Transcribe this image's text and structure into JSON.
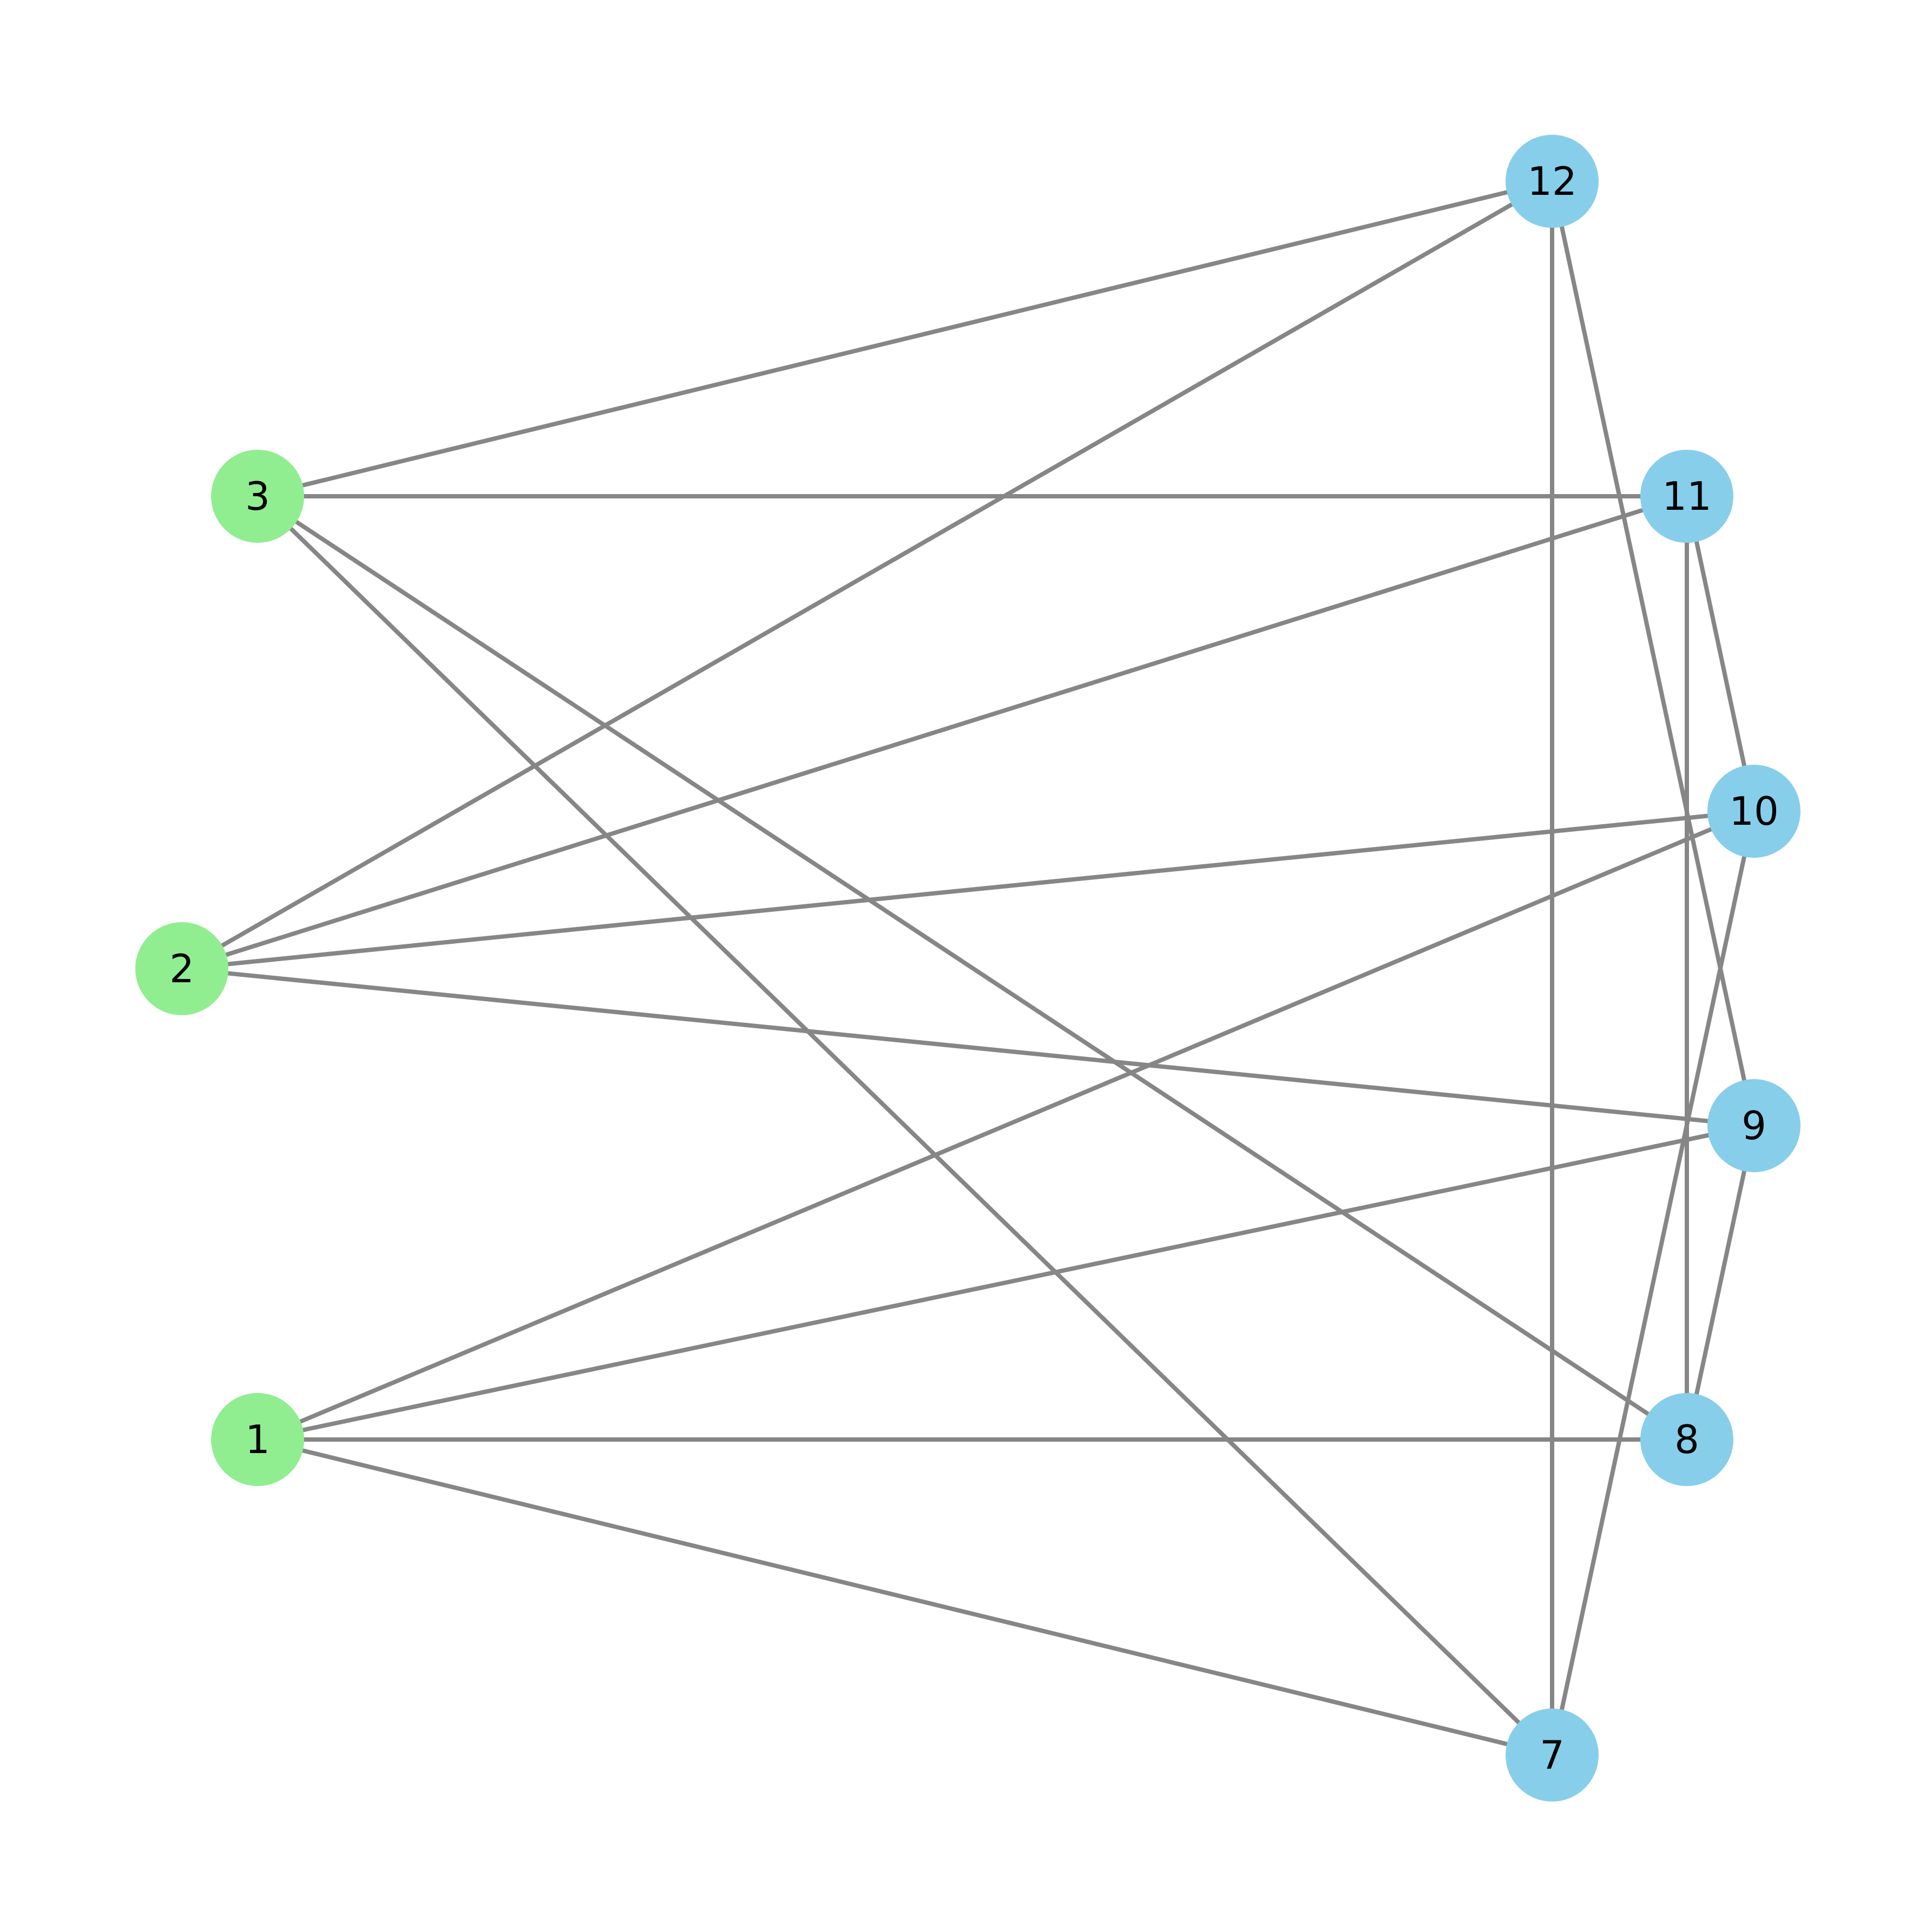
{
  "graph": {
    "colors": {
      "background": "#ffffff",
      "edge": "#868686",
      "group_left": "#90ee90",
      "group_right": "#87ceeb",
      "label": "#000000"
    },
    "nodes": [
      {
        "id": "1",
        "label": "1",
        "group": "left"
      },
      {
        "id": "2",
        "label": "2",
        "group": "left"
      },
      {
        "id": "3",
        "label": "3",
        "group": "left"
      },
      {
        "id": "7",
        "label": "7",
        "group": "right"
      },
      {
        "id": "8",
        "label": "8",
        "group": "right"
      },
      {
        "id": "9",
        "label": "9",
        "group": "right"
      },
      {
        "id": "10",
        "label": "10",
        "group": "right"
      },
      {
        "id": "11",
        "label": "11",
        "group": "right"
      },
      {
        "id": "12",
        "label": "12",
        "group": "right"
      }
    ],
    "edges": [
      [
        "1",
        "7"
      ],
      [
        "1",
        "8"
      ],
      [
        "1",
        "9"
      ],
      [
        "1",
        "10"
      ],
      [
        "2",
        "9"
      ],
      [
        "2",
        "10"
      ],
      [
        "2",
        "11"
      ],
      [
        "2",
        "12"
      ],
      [
        "3",
        "7"
      ],
      [
        "3",
        "8"
      ],
      [
        "3",
        "11"
      ],
      [
        "3",
        "12"
      ],
      [
        "7",
        "10"
      ],
      [
        "7",
        "12"
      ],
      [
        "8",
        "9"
      ],
      [
        "8",
        "11"
      ],
      [
        "9",
        "12"
      ],
      [
        "10",
        "11"
      ]
    ]
  }
}
